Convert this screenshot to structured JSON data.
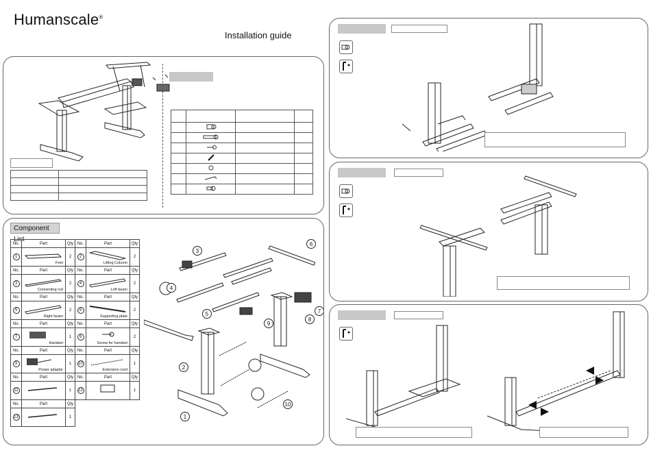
{
  "header": {
    "brand": "Humanscale",
    "registered": "®",
    "title": "Installation guide"
  },
  "components": {
    "title": "Component List",
    "col_headers": {
      "no": "No.",
      "part": "Part",
      "qty": "Qty"
    },
    "rows": [
      {
        "left": {
          "no": "1",
          "name": "Feet",
          "qty": "2"
        },
        "right": {
          "no": "2",
          "name": "Lifting Column",
          "qty": "2"
        }
      },
      {
        "left": {
          "no": "3",
          "name": "Connecting rod",
          "qty": "2"
        },
        "right": {
          "no": "4",
          "name": "Left beam",
          "qty": "2"
        }
      },
      {
        "left": {
          "no": "5",
          "name": "Right beam",
          "qty": "2"
        },
        "right": {
          "no": "6",
          "name": "Supporting plate",
          "qty": "2"
        }
      },
      {
        "left": {
          "no": "7",
          "name": "Handset",
          "qty": "1"
        },
        "right": {
          "no": "8",
          "name": "Screw for handset",
          "qty": "2"
        }
      },
      {
        "left": {
          "no": "9",
          "name": "Power adaptor",
          "qty": "1"
        },
        "right": {
          "no": "10",
          "name": "Extension cord",
          "qty": "1"
        }
      },
      {
        "left": {
          "no": "11",
          "name": "",
          "qty": "1"
        },
        "right": {
          "no": "12",
          "name": "",
          "qty": "1"
        }
      },
      {
        "left": {
          "no": "13",
          "name": "",
          "qty": "1"
        }
      }
    ]
  },
  "exploded_callouts": [
    "1",
    "2",
    "3",
    "4",
    "5",
    "6",
    "7",
    "8",
    "9",
    "10"
  ]
}
